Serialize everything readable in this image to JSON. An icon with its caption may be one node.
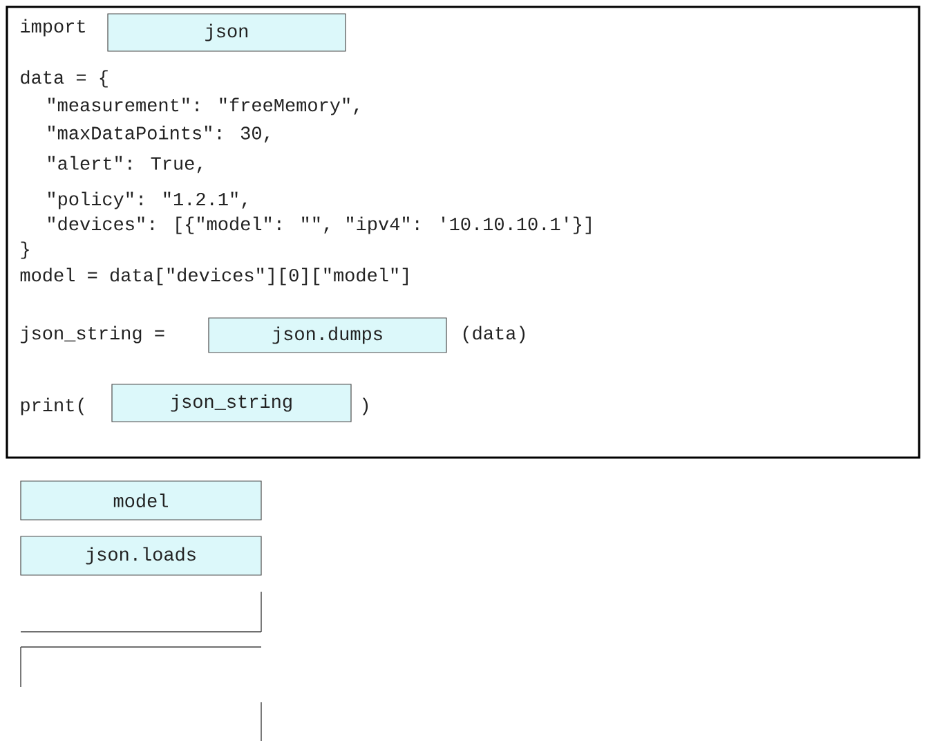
{
  "diagram": {
    "nodes": [
      {
        "text": [],
        "shape": "box"
      },
      {
        "text": [
          "json"
        ],
        "in": 0
      },
      {
        "text": [
          "json.dumps"
        ],
        "in": 0
      },
      {
        "text": [
          "json_string"
        ],
        "in": 0
      },
      {
        "text": [
          "model"
        ]
      },
      {
        "text": [
          "json.loads"
        ]
      },
      {
        "text": [],
        "shape": "box"
      },
      {
        "text": [],
        "shape": "box"
      },
      {
        "text": [],
        "shape": "box"
      }
    ],
    "edges": [],
    "labels": [
      "import",
      "data = {",
      "\"measurement\": \"freeMemory\",",
      "\"maxDataPoints\": 30,",
      "\"alert\": True,",
      "\"policy\": \"1.2.1\",",
      "\"devices\": [{\"model\": \"\", \"ipv4\": '10.10.10.1'}]",
      "}",
      "model = data[\"devices\"][0][\"model\"]",
      "json_string =",
      "(data)",
      "print(",
      ")"
    ]
  }
}
